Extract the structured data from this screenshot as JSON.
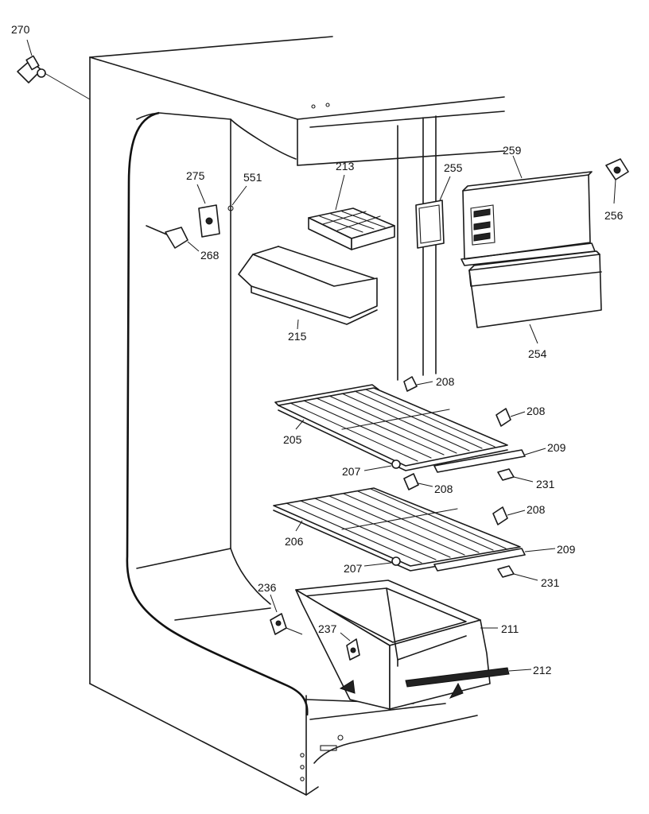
{
  "parts": [
    {
      "id": "p270",
      "number": "270"
    },
    {
      "id": "p275",
      "number": "275"
    },
    {
      "id": "p551",
      "number": "551"
    },
    {
      "id": "p268",
      "number": "268"
    },
    {
      "id": "p213",
      "number": "213"
    },
    {
      "id": "p215",
      "number": "215"
    },
    {
      "id": "p255",
      "number": "255"
    },
    {
      "id": "p259",
      "number": "259"
    },
    {
      "id": "p256",
      "number": "256"
    },
    {
      "id": "p254",
      "number": "254"
    },
    {
      "id": "p208a",
      "number": "208"
    },
    {
      "id": "p208b",
      "number": "208"
    },
    {
      "id": "p205",
      "number": "205"
    },
    {
      "id": "p209a",
      "number": "209"
    },
    {
      "id": "p207a",
      "number": "207"
    },
    {
      "id": "p208c",
      "number": "208"
    },
    {
      "id": "p231a",
      "number": "231"
    },
    {
      "id": "p208d",
      "number": "208"
    },
    {
      "id": "p206",
      "number": "206"
    },
    {
      "id": "p209b",
      "number": "209"
    },
    {
      "id": "p207b",
      "number": "207"
    },
    {
      "id": "p231b",
      "number": "231"
    },
    {
      "id": "p236",
      "number": "236"
    },
    {
      "id": "p237",
      "number": "237"
    },
    {
      "id": "p211",
      "number": "211"
    },
    {
      "id": "p212",
      "number": "212"
    }
  ]
}
